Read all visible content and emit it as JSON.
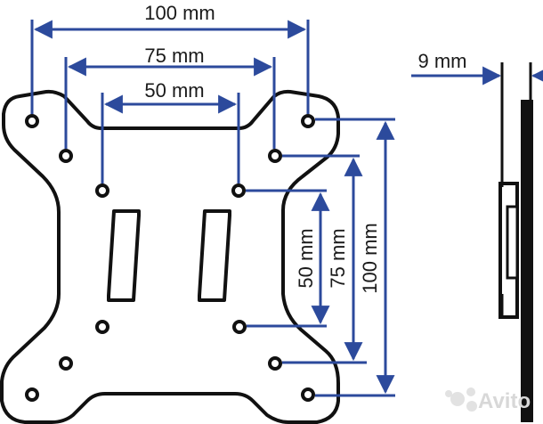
{
  "dimensions": {
    "horizontal": {
      "d100": "100 mm",
      "d75": "75 mm",
      "d50": "50 mm"
    },
    "vertical": {
      "d50": "50 mm",
      "d75": "75 mm",
      "d100": "100 mm"
    },
    "thickness": "9 mm"
  },
  "watermark": "Avito",
  "colors": {
    "arrow": "#2c4a9c",
    "outline": "#111111",
    "watermark": "#d8d8d8"
  }
}
